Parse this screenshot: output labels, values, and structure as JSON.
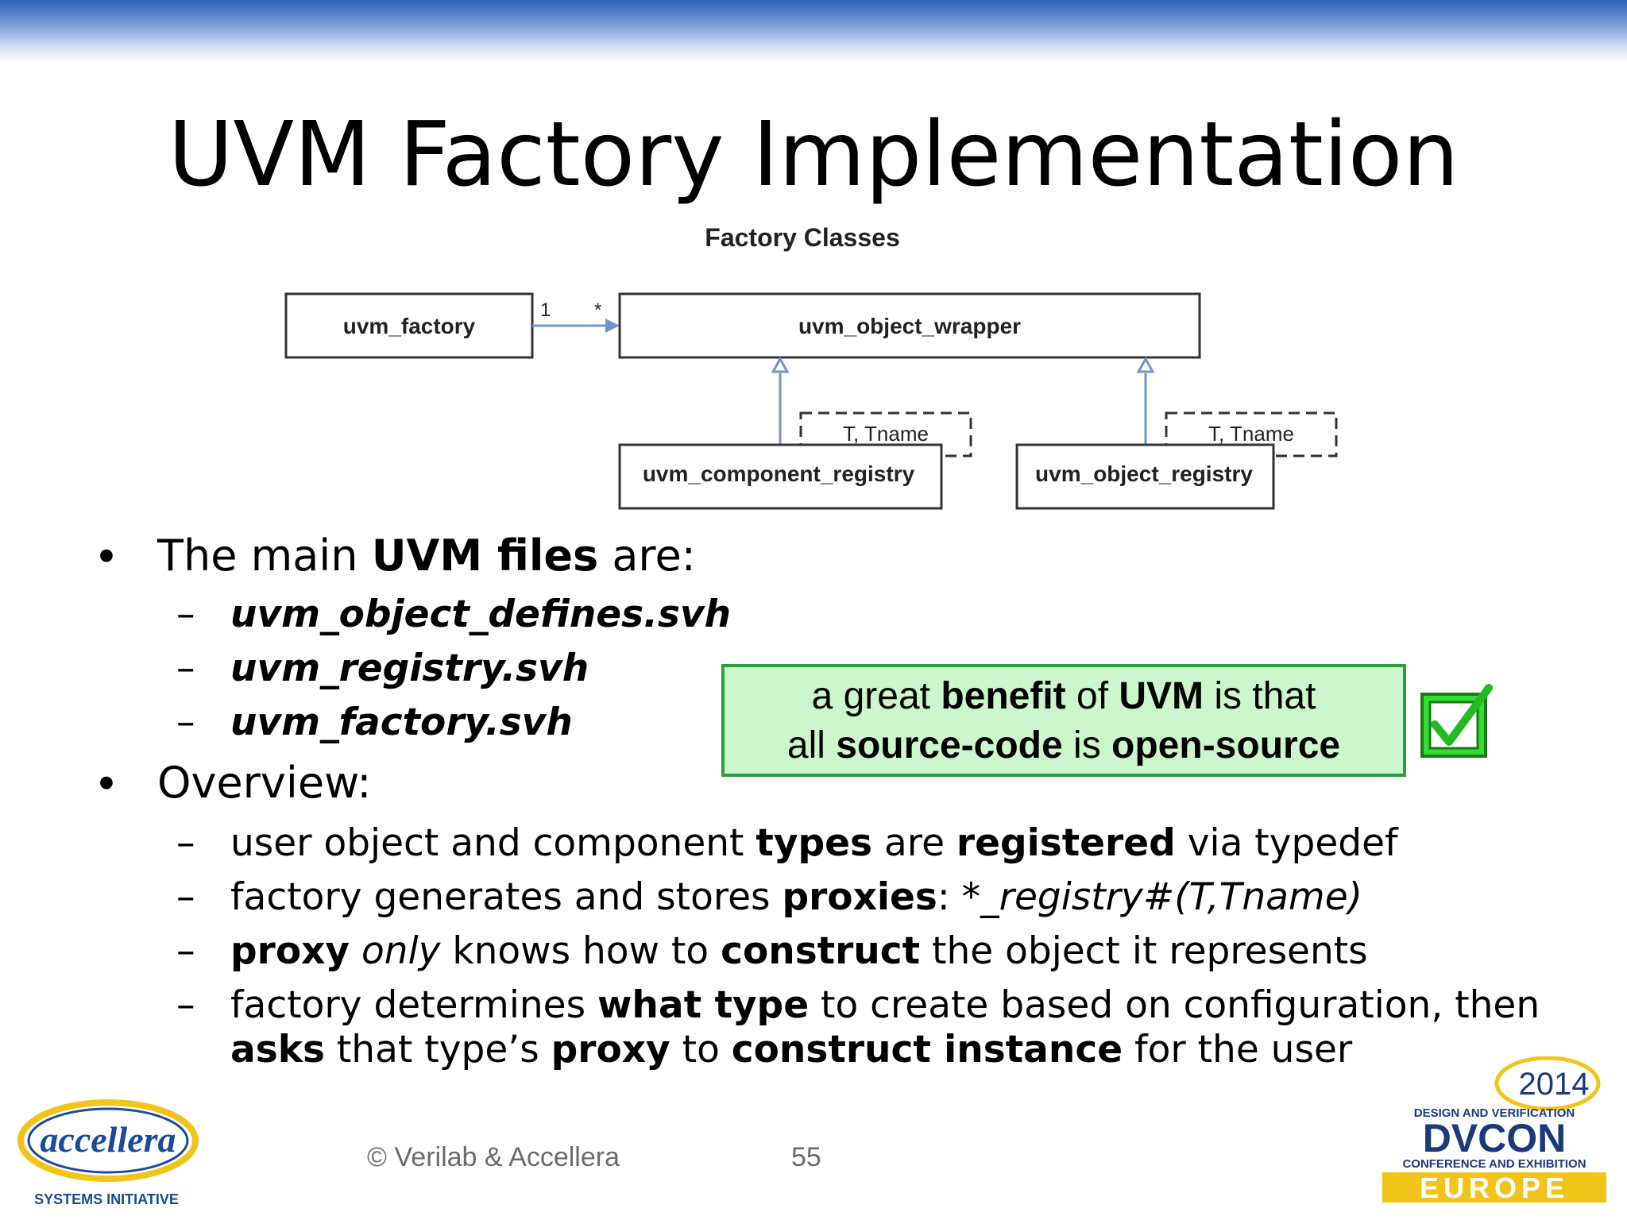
{
  "slide": {
    "title": "UVM Factory Implementation",
    "diagram": {
      "caption": "Factory Classes",
      "classes": {
        "factory": "uvm_factory",
        "wrapper": "uvm_object_wrapper",
        "component_registry": "uvm_component_registry",
        "object_registry": "uvm_object_registry"
      },
      "multiplicity_left": "1",
      "multiplicity_right": "*",
      "template_params": "T, Tname"
    },
    "bullet1": {
      "prefix": "The main ",
      "bold": "UVM files",
      "suffix": " are:",
      "files": [
        "uvm_object_defines.svh",
        "uvm_registry.svh",
        "uvm_factory.svh"
      ]
    },
    "callout": {
      "l1_a": "a great ",
      "l1_b": "benefit",
      "l1_c": " of ",
      "l1_d": "UVM",
      "l1_e": " is that",
      "l2_a": "all ",
      "l2_b": "source-code",
      "l2_c": " is ",
      "l2_d": "open-source"
    },
    "bullet2": {
      "label": "Overview:",
      "s1": {
        "a": "user object and component ",
        "b": "types",
        "c": " are ",
        "d": "registered",
        "e": " via typedef"
      },
      "s2": {
        "a": "factory generates and stores ",
        "b": "proxies",
        "c": ": ",
        "d": "*_registry#(T,Tname)"
      },
      "s3": {
        "a": "proxy",
        "b": " ",
        "c": "only",
        "d": " knows how to ",
        "e": "construct",
        "f": " the object it represents"
      },
      "s4": {
        "a": "factory determines ",
        "b": "what type",
        "c": " to create based on configuration, then",
        "d": "asks",
        "e": " that type’s ",
        "f": "proxy",
        "g": " to ",
        "h": "construct instance",
        "i": " for the user"
      }
    },
    "markers": {
      "bullet": "•",
      "dash": "–"
    },
    "footer": {
      "copyright": "© Verilab & Accellera",
      "page": "55",
      "accellera_logo": "accellera",
      "accellera_sub": "SYSTEMS INITIATIVE",
      "dvcon_year": "2014",
      "dvcon_top": "DESIGN AND VERIFICATION",
      "dvcon_name": "DVCON",
      "dvcon_sub": "CONFERENCE AND EXHIBITION",
      "dvcon_region": "EUROPE"
    },
    "colors": {
      "callout_bg": "#ccf7cc",
      "callout_border": "#2e9c3c",
      "arrow": "#6f95d0",
      "check": "#22cc22"
    }
  }
}
